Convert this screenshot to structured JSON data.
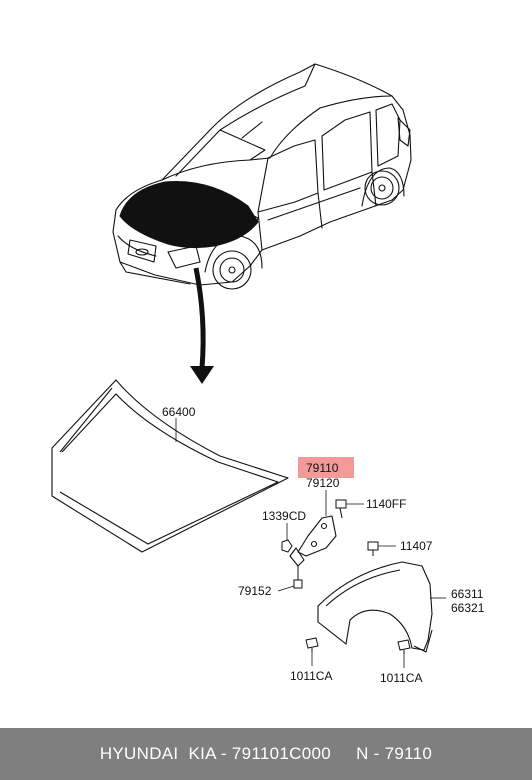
{
  "diagram": {
    "part_numbers": {
      "hood": "66400",
      "hinge_lh": "79110",
      "hinge_rh": "79120",
      "bolt_hinge": "1140FF",
      "nut_hinge": "1339CD",
      "bolt_fender_top": "11407",
      "hinge_bracket": "79152",
      "fender_lh": "66311",
      "fender_rh": "66321",
      "bolt_fender_lower_left": "1011CA",
      "bolt_fender_lower_right": "1011CA"
    },
    "highlight_color": "#f29a9a",
    "hood_fill_color": "#111111"
  },
  "footer": {
    "text": "HYUNDAI  KIA - 791101C000     N - 79110",
    "background": "#7f7f7f"
  }
}
